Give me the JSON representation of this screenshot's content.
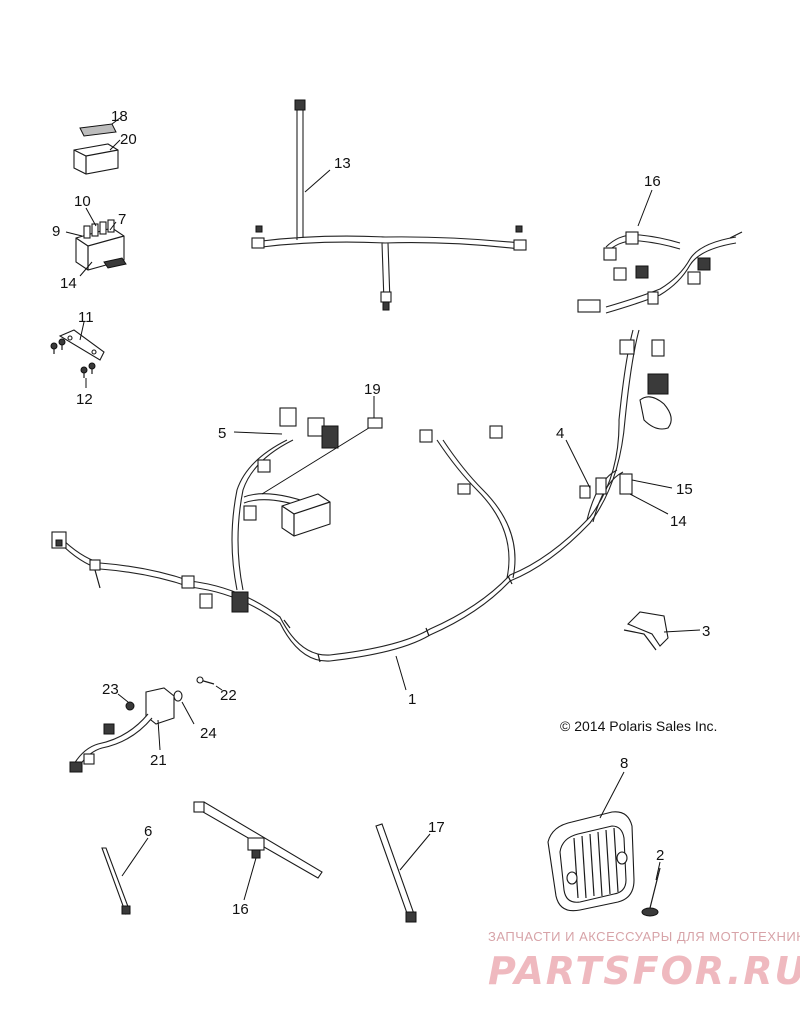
{
  "copyright": "© 2014 Polaris Sales Inc.",
  "watermark": {
    "tagline": "ЗАПЧАСТИ И АКСЕССУАРЫ ДЛЯ МОТОТЕХНИКИ",
    "brand": "PARTSFOR.RU"
  },
  "callouts": {
    "c1": "1",
    "c2": "2",
    "c3": "3",
    "c4": "4",
    "c5": "5",
    "c6": "6",
    "c7": "7",
    "c8": "8",
    "c9": "9",
    "c10": "10",
    "c11": "11",
    "c12": "12",
    "c13": "13",
    "c14a": "14",
    "c14b": "14",
    "c15": "15",
    "c16a": "16",
    "c16b": "16",
    "c17": "17",
    "c18": "18",
    "c19": "19",
    "c20": "20",
    "c21": "21",
    "c22": "22",
    "c23": "23",
    "c24": "24"
  },
  "colors": {
    "line": "#1a1a1a",
    "watermark_text": "#efb9bf"
  }
}
